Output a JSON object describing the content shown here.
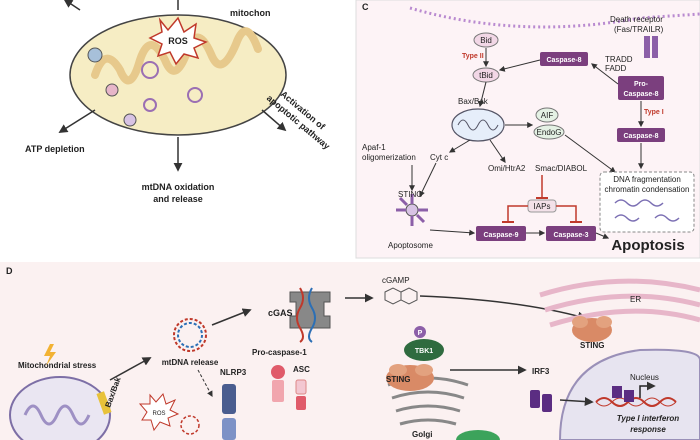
{
  "panel_b": {
    "ros_label": "ROS",
    "mito_label": "mitochon",
    "atp_label": "ATP depletion",
    "mtdna_ox_line1": "mtDNA oxidation",
    "mtdna_ox_line2": "and release",
    "activation_line1": "Activation of",
    "activation_line2": "apoptotic pathway"
  },
  "panel_c": {
    "letter": "C",
    "death_receptor_line1": "Death receptor",
    "death_receptor_line2": "(Fas/TRAILR)",
    "bid": "Bid",
    "type2": "Type II",
    "tbid": "tBid",
    "caspase8_top": "Caspase-8",
    "tradd": "TRADD",
    "fadd": "FADD",
    "pro_caspase8_line1": "Pro-",
    "pro_caspase8_line2": "Caspase-8",
    "type1": "Type I",
    "caspase8_right": "Caspase-8",
    "bax_bak": "Bax/Bak",
    "aif": "AIF",
    "endog": "EndoG",
    "apaf1_line1": "Apaf-1",
    "apaf1_line2": "oligomerization",
    "cytc": "Cyt c",
    "omi": "Omi/HtrA2",
    "smac": "Smac/DIABOL",
    "dna_frag_line1": "DNA fragmentation",
    "dna_frag_line2": "chromatin condensation",
    "sting": "STING",
    "iaps": "IAPs",
    "apoptosome": "Apoptosome",
    "caspase9": "Caspase-9",
    "caspase3": "Caspase-3",
    "apoptosis": "Apoptosis"
  },
  "panel_d": {
    "letter": "D",
    "cgas": "cGAS",
    "cgamp": "cGAMP",
    "er": "ER",
    "sting_er": "STING",
    "mito_stress": "Mitochondrial stress",
    "bax_bak": "Bax/Bak",
    "mtdna_release": "mtDNA release",
    "tbk1": "TBK1",
    "sting_golgi": "STING",
    "nucleus": "Nucleus",
    "pro_caspase1": "Pro-caspase-1",
    "nlrp3": "NLRP3",
    "asc": "ASC",
    "ros": "ROS",
    "irf3": "IRF3",
    "golgi": "Golgi",
    "p": "P",
    "ifn_line1": "Type I interferon",
    "ifn_line2": "response"
  },
  "colors": {
    "caspase": "#7b3f7e",
    "mito_fill": "#f6edc4",
    "panel_c_bg": "#fdf3f6",
    "panel_d_bg": "#fbf1f1",
    "sting": "#d98a66",
    "tbk1": "#2f6b3f",
    "irf3": "#5b2d82",
    "inhibit": "#c0392b"
  }
}
